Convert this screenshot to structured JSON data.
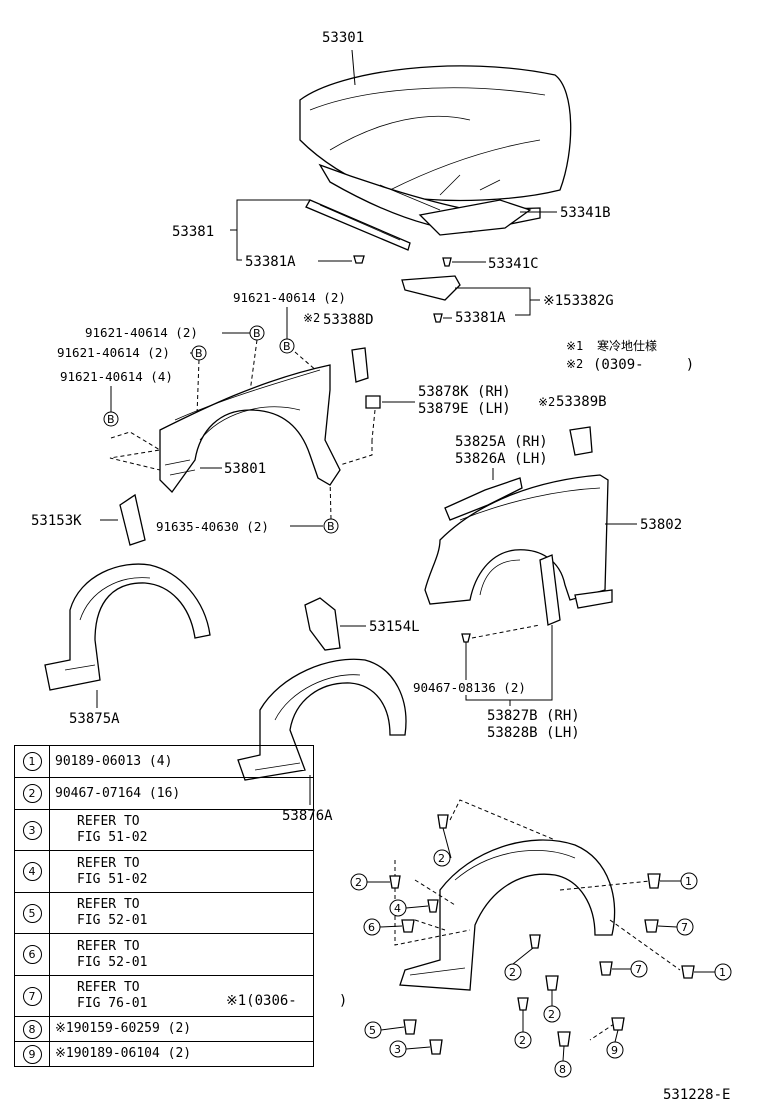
{
  "labels": {
    "hood": "53301",
    "seal_main": "53381",
    "seal_clip": "53381A",
    "hood_bracket": "53341B",
    "hood_cushion": "53341C",
    "seal_sub": "53382G",
    "seal_sub_clip": "53381A",
    "note_star1_part": "※1",
    "screw_a": "91621-40614 (2)",
    "screw_b": "91621-40614 (2)",
    "screw_c": "91621-40614 (2)",
    "screw_d": "91621-40614 (4)",
    "bracket_d": "53388D",
    "star2_mark": "※2",
    "legend_star1_mark": "※1",
    "legend_star1_text": "寒冷地仕様",
    "legend_star2_mark": "※2",
    "legend_star2_text": "(0309-     )",
    "bracket_rh": "53878K (RH)",
    "bracket_lh": "53879E (LH)",
    "bracket_89b": "53389B",
    "fender_left": "53801",
    "panel_rh": "53825A (RH)",
    "panel_lh": "53826A (LH)",
    "seal_53153": "53153K",
    "bolt_91635": "91635-40630 (2)",
    "fender_right": "53802",
    "seal_53154": "53154L",
    "liner_left": "53875A",
    "clip_90467": "90467-08136 (2)",
    "protector_rh": "53827B (RH)",
    "protector_lh": "53828B (LH)",
    "liner_right": "53876A",
    "star1_range": "※1(0306-     )",
    "diagram_code": "531228-E"
  },
  "callout_b": "B",
  "reference_table": [
    {
      "num": "1",
      "text": "90189-06013 (4)"
    },
    {
      "num": "2",
      "text": "90467-07164 (16)"
    },
    {
      "num": "3",
      "line1": "REFER TO",
      "line2": "FIG 51-02"
    },
    {
      "num": "4",
      "line1": "REFER TO",
      "line2": "FIG 51-02"
    },
    {
      "num": "5",
      "line1": "REFER TO",
      "line2": "FIG 52-01"
    },
    {
      "num": "6",
      "line1": "REFER TO",
      "line2": "FIG 52-01"
    },
    {
      "num": "7",
      "line1": "REFER TO",
      "line2": "FIG 76-01"
    },
    {
      "num": "8",
      "text": "※190159-60259 (2)"
    },
    {
      "num": "9",
      "text": "※190189-06104 (2)"
    }
  ],
  "fastener_callouts": [
    "1",
    "2",
    "3",
    "4",
    "5",
    "6",
    "7",
    "8",
    "9"
  ]
}
